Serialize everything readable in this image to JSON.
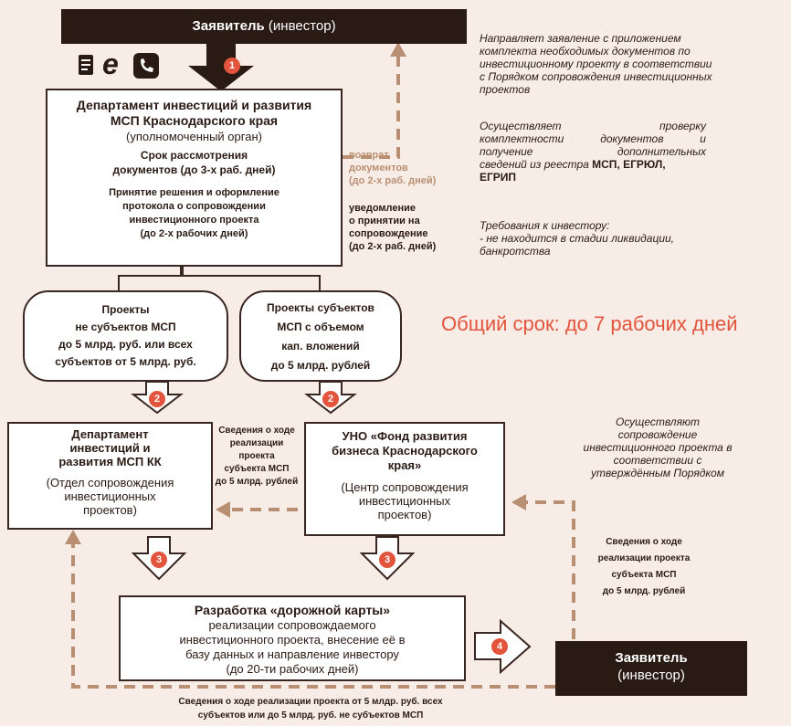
{
  "top_box": {
    "title_bold": "Заявитель",
    "title_rest": " (инвестор)"
  },
  "icons": [
    "document-icon",
    "internet-explorer-icon",
    "phone-icon"
  ],
  "dept_box": {
    "line1": "Департамент инвестиций и  развития",
    "line2": "МСП Краснодарского края",
    "line3": "(уполномоченный орган)",
    "term1": "Срок рассмотрения",
    "term2": "документов  (до 3-х раб. дней)",
    "decision1": "Принятие решения и оформление",
    "decision2": "протокола о сопровождении",
    "decision3": "инвестиционного проекта",
    "decision4": "(до 2-х рабочих дней)"
  },
  "return_note": {
    "l1": "возврат",
    "l2": "документов",
    "l3": "(до 2-х раб. дней)"
  },
  "accept_note": {
    "l1": "уведомление",
    "l2": "о принятии на",
    "l3": "сопровождение",
    "l4": "(до 2-х раб. дней)"
  },
  "right_notes": {
    "n1": [
      "Направляет заявление с приложением",
      "комплекта  необходимых документов по",
      "инвестиционному  проекту в соответствии",
      "с Порядком сопровождения инвестиционных",
      "проектов"
    ],
    "n2_a": [
      "Осуществляет",
      "проверку"
    ],
    "n2_b": [
      "комплектности",
      "документов",
      "и"
    ],
    "n2_c": [
      "получение",
      "дополнительных"
    ],
    "n2_d": "сведений из реестра",
    "n2_d_bold": " МСП, ЕГРЮЛ,",
    "n2_e": "ЕГРИП",
    "n3": [
      "Требования к инвестору:",
      "- не находится в стадии ликвидации,",
      "банкротства"
    ]
  },
  "total_term": "Общий срок: до 7 рабочих дней",
  "left_oval": [
    "Проекты",
    "не субъектов МСП",
    "до 5 млрд. руб. или всех",
    "субъектов от 5 млрд. руб."
  ],
  "right_oval": [
    "Проекты субъектов",
    "МСП  с объемом",
    "кап. вложений",
    "до 5 млрд. рублей"
  ],
  "numbers": [
    "1",
    "2",
    "2",
    "3",
    "3",
    "4"
  ],
  "left_dept": {
    "title": [
      "Департамент",
      "инвестиций и",
      "развития МСП КК"
    ],
    "sub": [
      "(Отдел сопровождения",
      "инвестиционных",
      "проектов)"
    ]
  },
  "middle_note": [
    "Сведения о ходе",
    "реализации",
    "проекта",
    "субъекта МСП",
    "до 5 млрд. рублей"
  ],
  "uno_box": {
    "title": [
      "УНО «Фонд развития",
      "бизнеса  Краснодарского",
      "края»"
    ],
    "sub": [
      "(Центр сопровождения",
      "инвестиционных",
      "проектов)"
    ]
  },
  "right_note2": [
    "Осуществляют",
    "сопровождение",
    "инвестиционного проекта в",
    "соответствии с",
    "утверждённым  Порядком"
  ],
  "right_note3": [
    "Сведения о ходе",
    "реализации  проекта",
    "субъекта МСП",
    "до 5 млрд. рублей"
  ],
  "roadmap": {
    "title": "Разработка «дорожной карты»",
    "body": [
      "реализации сопровождаемого",
      "инвестиционного проекта, внесение её в",
      "базу данных и  направление инвестору",
      "(до 20-ти рабочих дней)"
    ]
  },
  "bottom_applicant": {
    "l1": "Заявитель",
    "l2": "(инвестор)"
  },
  "bottom_note": [
    "Сведения о ходе реализации проекта  от 5 млдр. руб. всех",
    "субъектов или  до 5 млрд. руб. не субъектов МСП"
  ],
  "colors": {
    "dark": "#2a1a14",
    "accent": "#e2543c",
    "tan": "#b98f73",
    "background": "#f8ede6"
  }
}
